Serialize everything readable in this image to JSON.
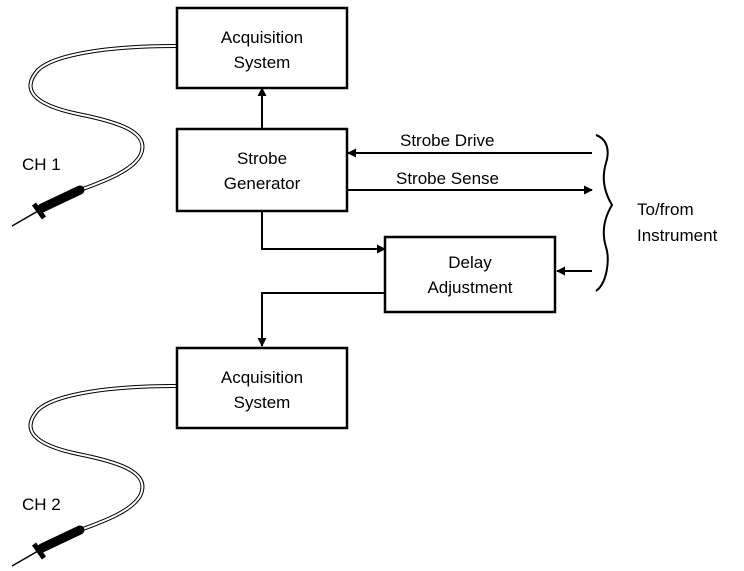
{
  "blocks": {
    "acq1": {
      "line1": "Acquisition",
      "line2": "System"
    },
    "strobe": {
      "line1": "Strobe",
      "line2": "Generator"
    },
    "delay": {
      "line1": "Delay",
      "line2": "Adjustment"
    },
    "acq2": {
      "line1": "Acquisition",
      "line2": "System"
    }
  },
  "signals": {
    "strobe_drive": "Strobe Drive",
    "strobe_sense": "Strobe Sense"
  },
  "instrument": {
    "line1": "To/from",
    "line2": "Instrument"
  },
  "channels": {
    "ch1": "CH 1",
    "ch2": "CH 2"
  }
}
